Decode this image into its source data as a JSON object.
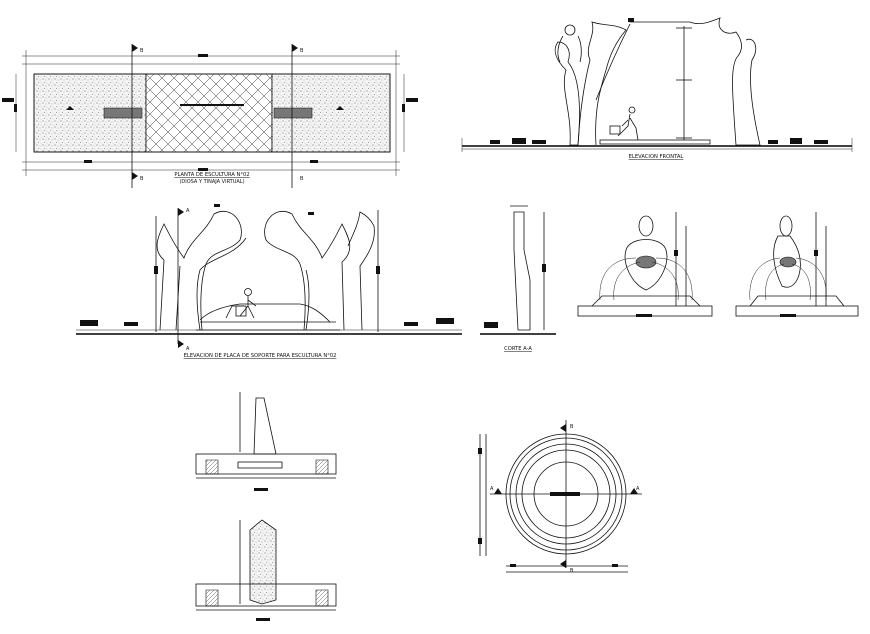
{
  "drawings": {
    "plan": {
      "title_line1": "PLANTA DE ESCULTURA N°02",
      "title_line2": "(DIOSA Y TINAJA VIRTUAL)",
      "section_marker": "B"
    },
    "front_elevation": {
      "title": "ELEVACION FRONTAL"
    },
    "support_elevation": {
      "title": "ELEVACION DE PLACA DE SOPORTE PARA ESCULTURA N°02",
      "section_marker": "A"
    },
    "cut": {
      "title": "CORTE A-A"
    },
    "circle_plan": {
      "marker_a": "A",
      "marker_b": "B"
    }
  },
  "colors": {
    "line": "#111111",
    "background": "#ffffff"
  }
}
